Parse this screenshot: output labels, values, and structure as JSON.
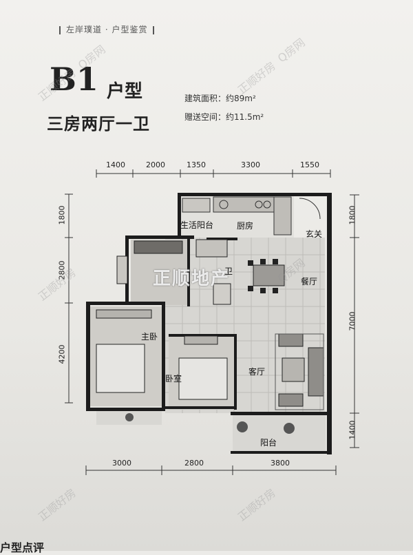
{
  "header": {
    "text": "左岸璞道 · 户型鉴赏"
  },
  "title": {
    "code": "B1",
    "suffix": "户型",
    "layout": "三房两厅一卫"
  },
  "specs": {
    "build_area": "建筑面积：约89m²",
    "gift_space": "赠送空间：约11.5m²"
  },
  "dims_top": [
    "1400",
    "2000",
    "1350",
    "3300",
    "1550"
  ],
  "dims_bottom": [
    "3000",
    "2800",
    "3800"
  ],
  "dims_left": [
    "1800",
    "2800",
    "4200"
  ],
  "dims_right": [
    "1800",
    "7000",
    "1400"
  ],
  "rooms": {
    "utility_balcony": "生活阳台",
    "kitchen": "厨房",
    "entrance": "玄关",
    "dining": "餐厅",
    "master_bedroom": "主卧",
    "bedroom": "卧室",
    "living": "客厅",
    "balcony": "阳台",
    "bathroom": "卫"
  },
  "watermark": {
    "main": "正顺地产",
    "small": "正顺好房",
    "small2": "Q房网"
  },
  "footer": {
    "text": "户型点评"
  }
}
